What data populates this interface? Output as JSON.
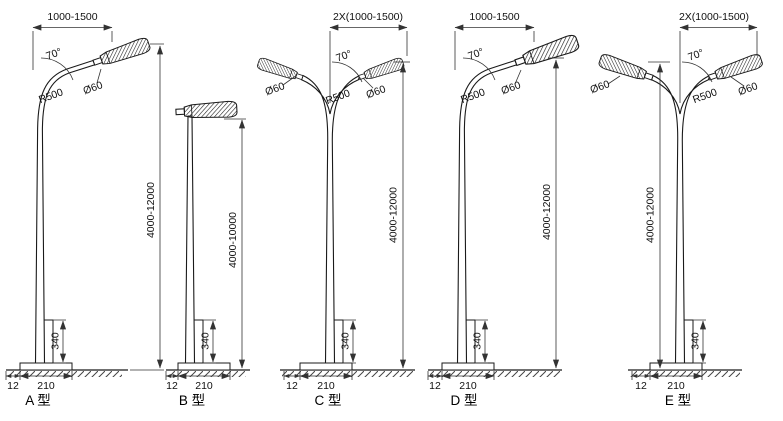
{
  "sheet": {
    "colors": {
      "line": "#1a1a1a",
      "dim": "#333333",
      "background": "#ffffff"
    },
    "types": {
      "a": {
        "label": "A 型",
        "arm_span": "1000-1500",
        "arm_angle": "70°",
        "bend_radius": "R500",
        "arm_diameter": "Ø60",
        "pole_height": "4000-12000",
        "door_height": "340",
        "plate_dim": "12",
        "base_width": "210"
      },
      "b": {
        "label": "B 型",
        "pole_height": "4000-10000",
        "door_height": "340",
        "plate_dim": "12",
        "base_width": "210"
      },
      "c": {
        "label": "C 型",
        "arm_span": "2X(1000-1500)",
        "arm_angle": "70°",
        "bend_radius": "R500",
        "arm_diameter_left": "Ø60",
        "arm_diameter_right": "Ø60",
        "pole_height": "4000-12000",
        "door_height": "340",
        "plate_dim": "12",
        "base_width": "210"
      },
      "d": {
        "label": "D 型",
        "arm_span": "1000-1500",
        "arm_angle": "70°",
        "bend_radius": "R500",
        "arm_diameter": "Ø60",
        "pole_height": "4000-12000",
        "door_height": "340",
        "plate_dim": "12",
        "base_width": "210"
      },
      "e": {
        "label": "E 型",
        "arm_span": "2X(1000-1500)",
        "arm_angle": "70°",
        "bend_radius": "R500",
        "arm_diameter_left": "Ø60",
        "arm_diameter_right": "Ø60",
        "pole_height": "4000-12000",
        "door_height": "340",
        "plate_dim": "12",
        "base_width": "210"
      }
    }
  }
}
